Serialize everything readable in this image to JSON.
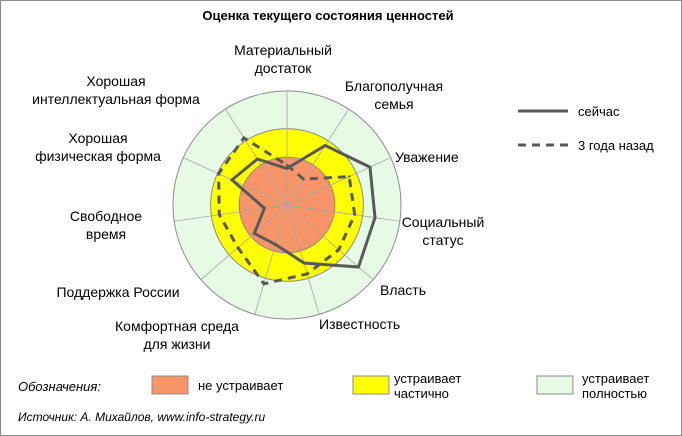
{
  "chart_data": {
    "type": "radar",
    "title": "Оценка текущего состояния ценностей",
    "scale_max": 100,
    "zones": [
      {
        "label": "не устраивает",
        "from": 0,
        "to": 42,
        "color": "#f79468"
      },
      {
        "label": "устраивает частично",
        "from": 42,
        "to": 67,
        "color": "#ffff00"
      },
      {
        "label": "устраивает полностью",
        "from": 67,
        "to": 100,
        "color": "#e6fae6"
      }
    ],
    "categories": [
      "Материальный достаток",
      "Благополучная семья",
      "Уважение",
      "Социальный статус",
      "Власть",
      "Известность",
      "Комфортная среда для жизни",
      "Поддержка России",
      "Свободное время",
      "Хорошая физическая форма",
      "Хорошая интеллектуальная форма"
    ],
    "series": [
      {
        "name": "сейчас",
        "style": "solid",
        "color": "#595959",
        "values": [
          32,
          62,
          80,
          78,
          83,
          53,
          36,
          38,
          20,
          53,
          48
        ]
      },
      {
        "name": "3 года назад",
        "style": "dashed",
        "color": "#595959",
        "values": [
          35,
          27,
          60,
          60,
          60,
          63,
          72,
          57,
          60,
          66,
          70
        ]
      }
    ]
  },
  "axis_labels": [
    [
      "Материальный",
      "достаток"
    ],
    [
      "Благополучная",
      "семья"
    ],
    [
      "Уважение"
    ],
    [
      "Социальный",
      "статус"
    ],
    [
      "Власть"
    ],
    [
      "Известность"
    ],
    [
      "Комфортная среда",
      "для жизни"
    ],
    [
      "Поддержка России"
    ],
    [
      "Свободное",
      "время"
    ],
    [
      "Хорошая",
      "физическая форма"
    ],
    [
      "Хорошая",
      "интеллектуальная форма"
    ]
  ],
  "legend": {
    "now": "сейчас",
    "past": "3 года назад"
  },
  "footer": {
    "designations": "Обозначения:",
    "zone_red": "не устраивает",
    "zone_yellow_1": "устраивает",
    "zone_yellow_2": "частично",
    "zone_green_1": "устраивает",
    "zone_green_2": "полностью",
    "source": "Источник: А. Михайлов, www.info-strategy.ru"
  }
}
